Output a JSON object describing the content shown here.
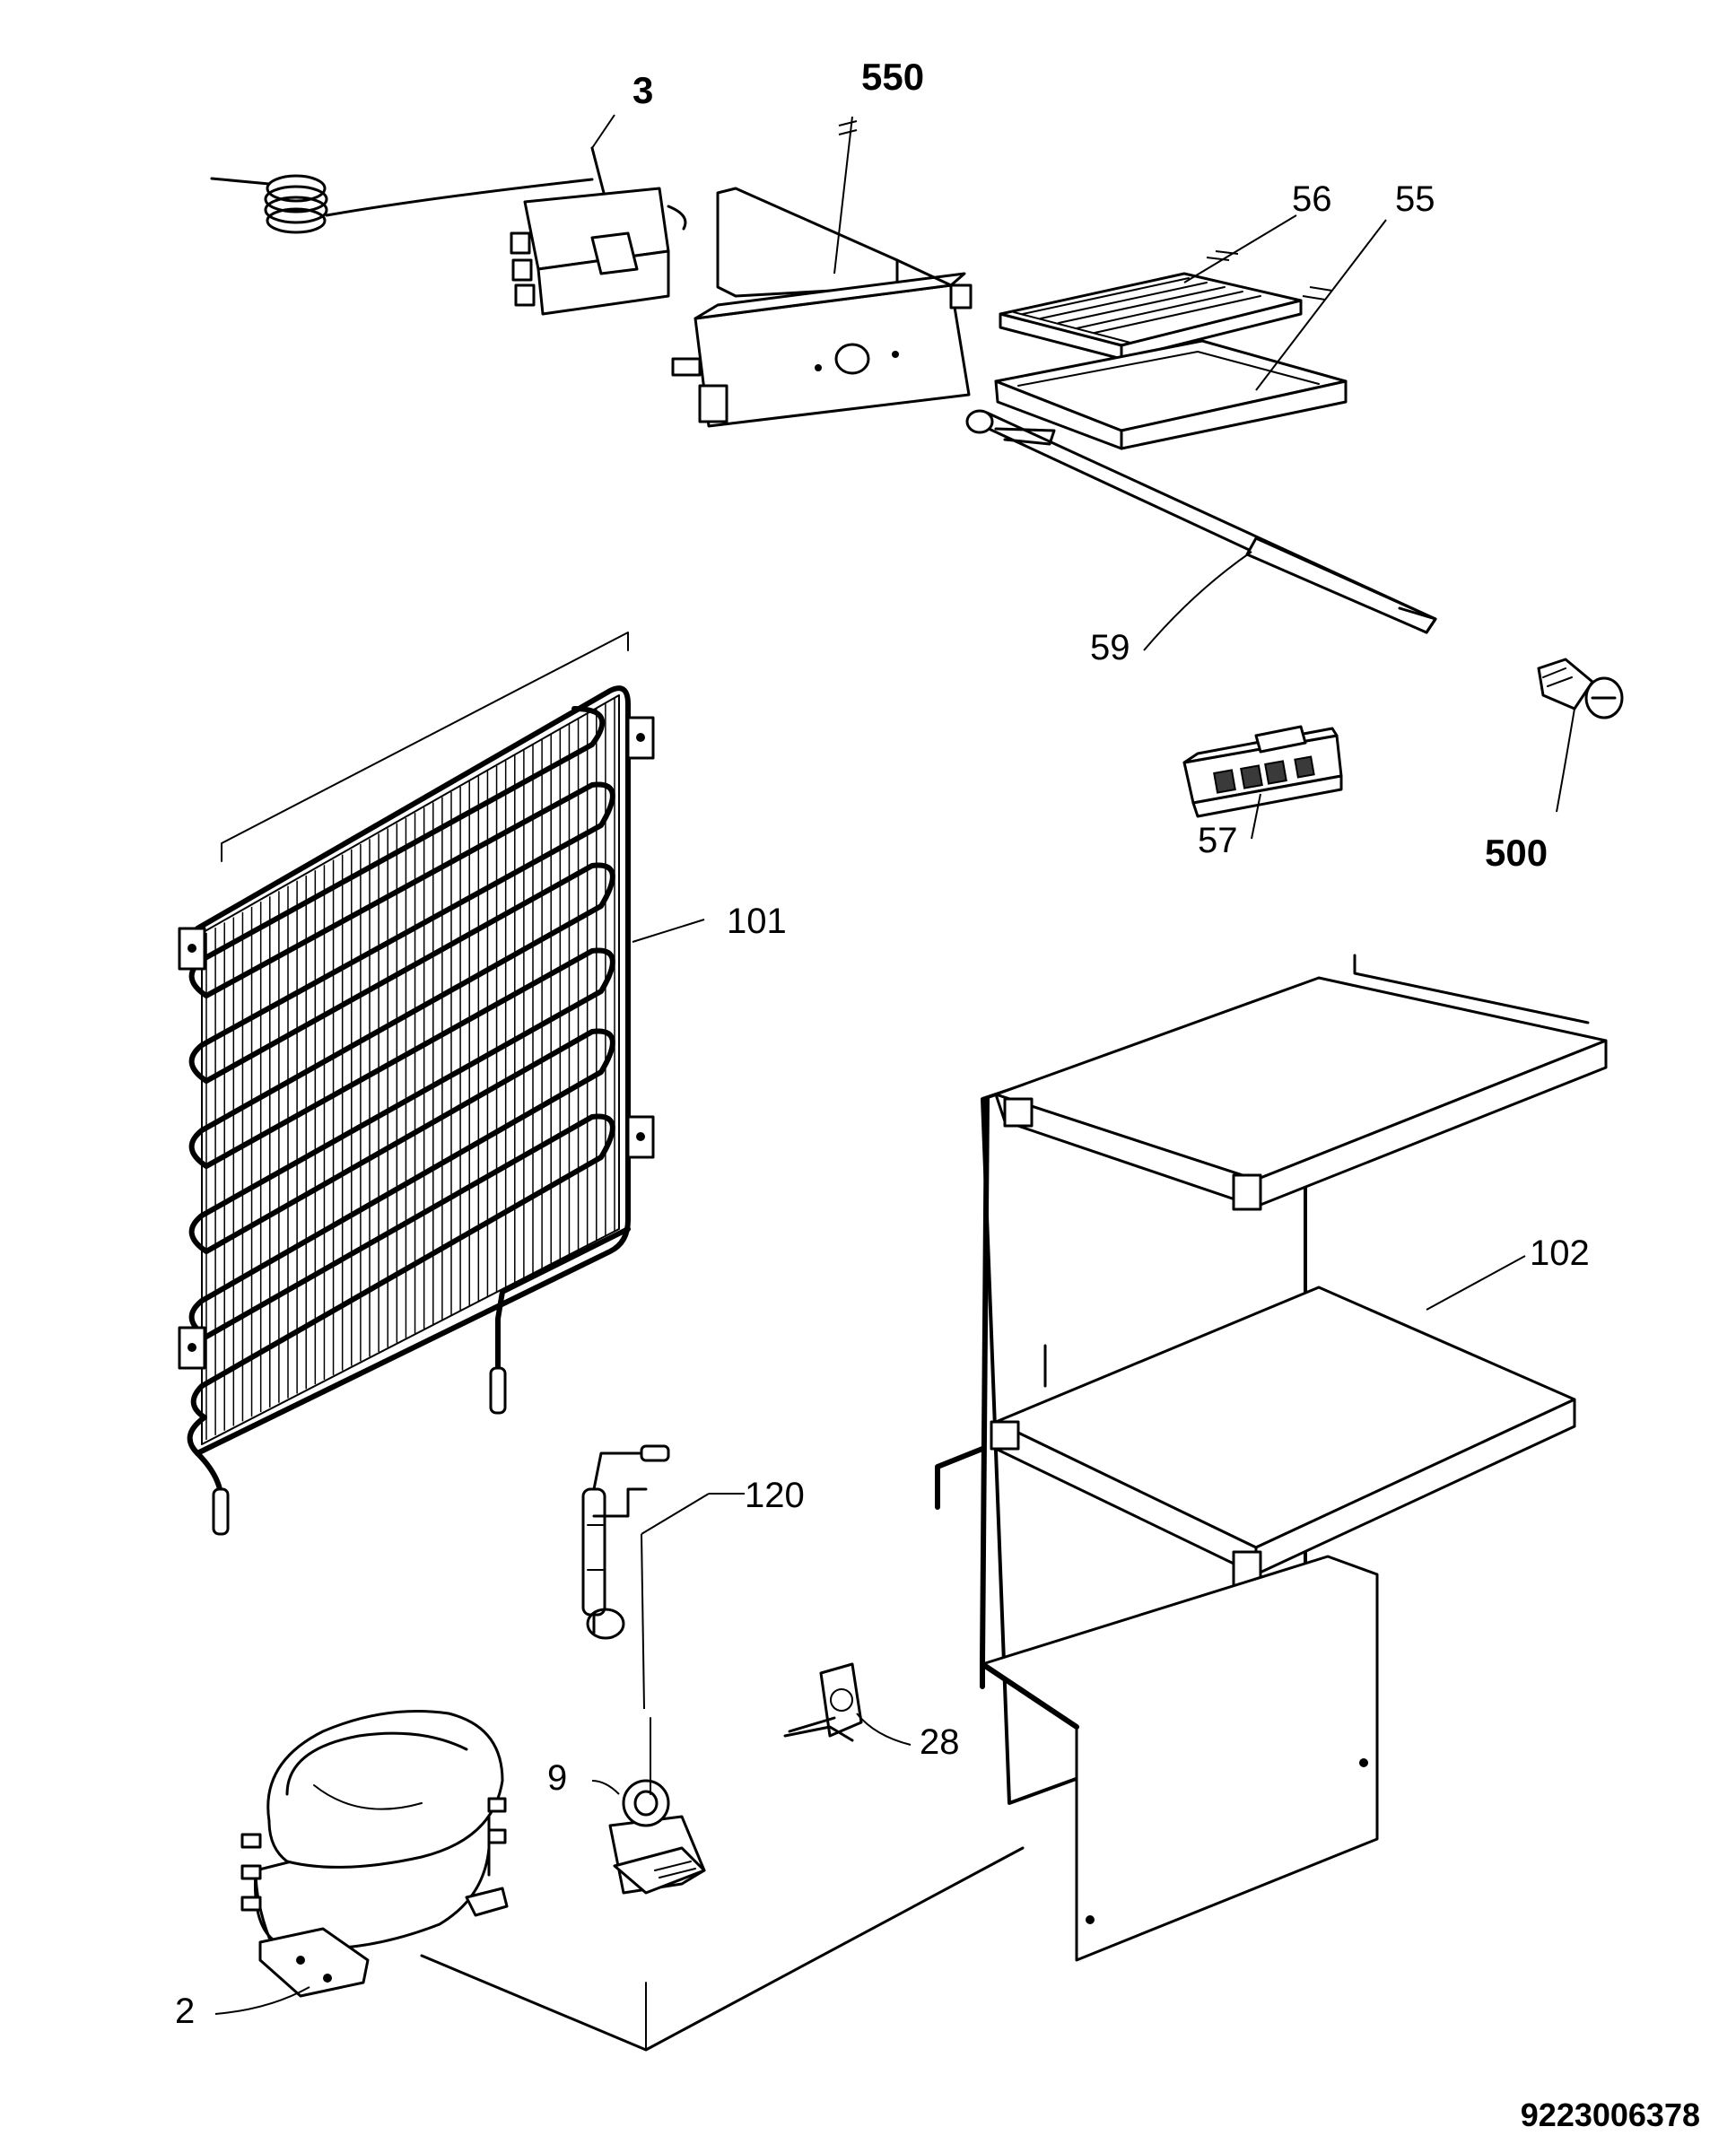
{
  "labels": {
    "p3": "3",
    "p550": "550",
    "p56": "56",
    "p55": "55",
    "p59": "59",
    "p500": "500",
    "p57": "57",
    "p101": "101",
    "p102": "102",
    "p120": "120",
    "p28": "28",
    "p9": "9",
    "p2": "2"
  },
  "diagram_id": "9223006378"
}
